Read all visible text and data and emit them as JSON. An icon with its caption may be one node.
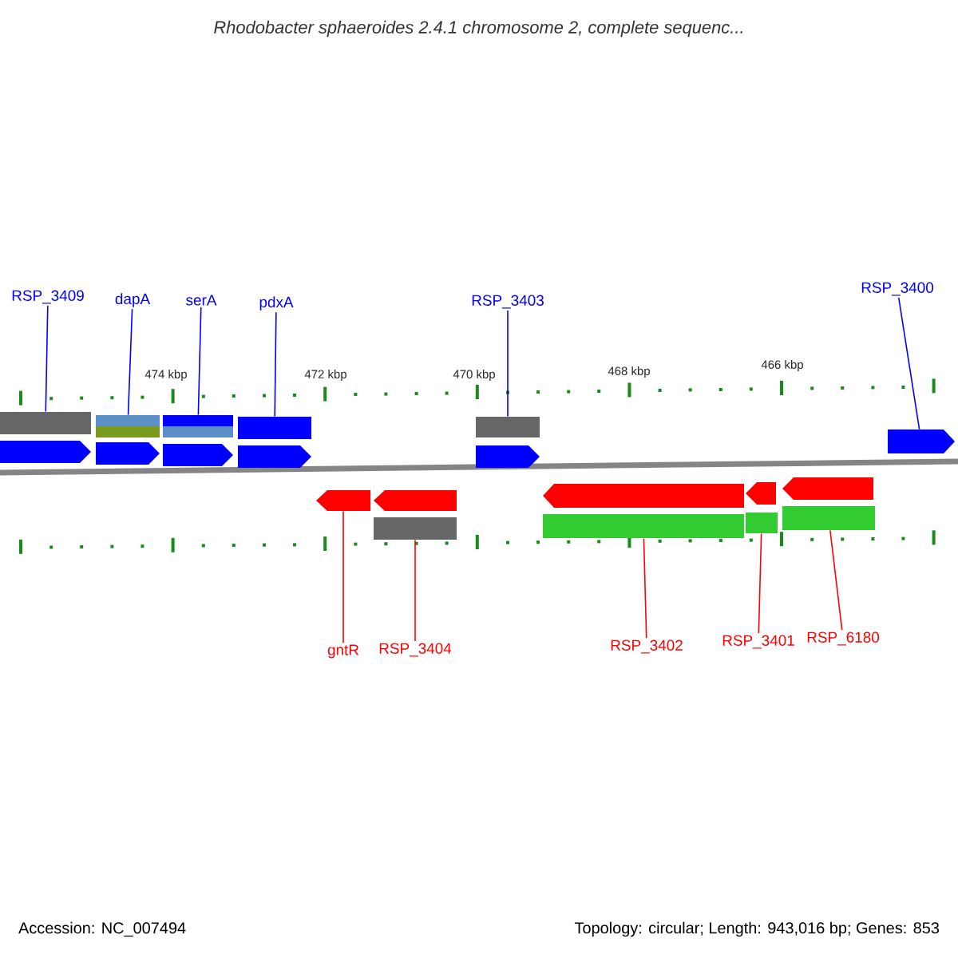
{
  "diagram": {
    "title": "Rhodobacter sphaeroides 2.4.1 chromosome 2, complete sequenc...",
    "nodes": [
      {
        "text": [
          "RSP_3409"
        ]
      },
      {
        "text": [
          "dapA"
        ]
      },
      {
        "text": [
          "serA"
        ]
      },
      {
        "text": [
          "pdxA"
        ]
      },
      {
        "text": [
          "RSP_3403"
        ]
      },
      {
        "text": [
          "RSP_3400"
        ]
      },
      {
        "text": [
          "gntR"
        ]
      },
      {
        "text": [
          "RSP_3404"
        ]
      },
      {
        "text": [
          "RSP_3402"
        ]
      },
      {
        "text": [
          "RSP_3401"
        ]
      },
      {
        "text": [
          "RSP_6180"
        ]
      },
      {
        "text": [],
        "shape": "bar"
      },
      {
        "text": [],
        "shape": "bar"
      },
      {
        "text": [],
        "shape": "bar"
      },
      {
        "text": [],
        "shape": "bar"
      },
      {
        "text": [],
        "shape": "bar"
      },
      {
        "text": [],
        "shape": "pentagon"
      },
      {
        "text": [],
        "shape": "pentagon"
      },
      {
        "text": [],
        "shape": "pentagon"
      },
      {
        "text": [],
        "shape": "pentagon"
      },
      {
        "text": [],
        "shape": "pentagon"
      },
      {
        "text": [],
        "shape": "pentagon"
      },
      {
        "text": [],
        "shape": "pentagon"
      },
      {
        "text": [],
        "shape": "pentagon"
      },
      {
        "text": [],
        "shape": "pentagon"
      },
      {
        "text": [],
        "shape": "pentagon"
      },
      {
        "text": [],
        "shape": "pentagon"
      },
      {
        "text": [],
        "shape": "bar"
      },
      {
        "text": [],
        "shape": "bar"
      },
      {
        "text": [],
        "shape": "bar"
      },
      {
        "text": [],
        "shape": "bar"
      }
    ],
    "edges": [
      {
        "from": 0,
        "to": 11,
        "arrow": "none"
      },
      {
        "from": 1,
        "to": 12,
        "arrow": "none"
      },
      {
        "from": 2,
        "to": 13,
        "arrow": "none"
      },
      {
        "from": 3,
        "to": 14,
        "arrow": "none"
      },
      {
        "from": 4,
        "to": 15,
        "arrow": "none"
      },
      {
        "from": 5,
        "to": 21,
        "arrow": "none"
      },
      {
        "from": 6,
        "to": 22,
        "arrow": "none",
        "color": "#ff0000"
      },
      {
        "from": 7,
        "to": 27,
        "arrow": "none",
        "color": "#ff0000"
      },
      {
        "from": 8,
        "to": 28,
        "arrow": "none",
        "color": "#ff0000"
      },
      {
        "from": 9,
        "to": 29,
        "arrow": "none",
        "color": "#ff0000"
      },
      {
        "from": 10,
        "to": 30,
        "arrow": "none",
        "color": "#ff0000"
      }
    ],
    "labels": [
      "474 kbp",
      "472 kbp",
      "470 kbp",
      "468 kbp",
      "466 kbp",
      "Accession: NC_007494",
      "Topology: circular; Length: 943,016 bp; Genes: 853"
    ]
  }
}
